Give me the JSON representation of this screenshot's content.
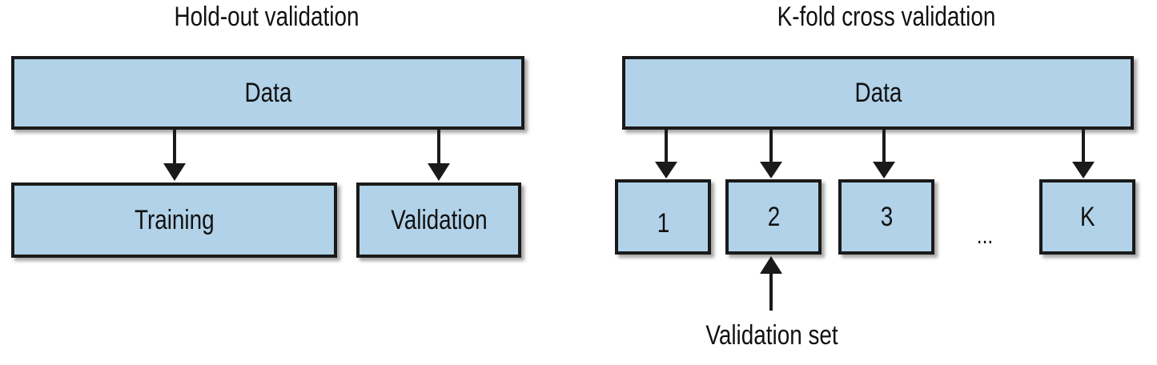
{
  "holdout": {
    "title": "Hold-out validation",
    "data_label": "Data",
    "training_label": "Training",
    "validation_label": "Validation"
  },
  "kfold": {
    "title": "K-fold cross validation",
    "data_label": "Data",
    "folds": [
      "1",
      "2",
      "3",
      "K"
    ],
    "ellipsis": "...",
    "validation_set_label": "Validation set"
  },
  "colors": {
    "box_fill": "#b1d2e8",
    "stroke": "#1a1a1a"
  }
}
